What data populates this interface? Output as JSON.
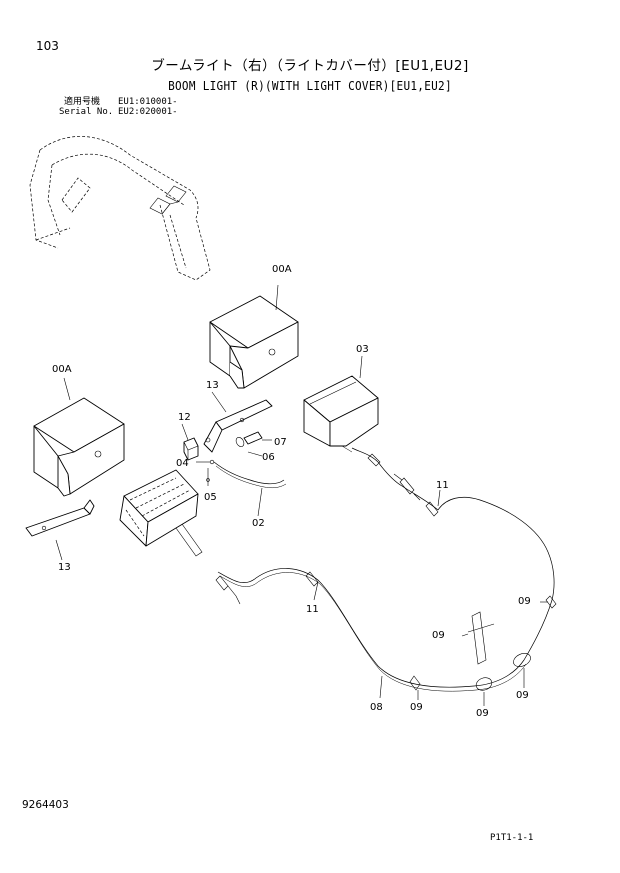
{
  "page_number": "103",
  "title_jp": "ブームライト（右）（ライトカバー付）[EU1,EU2]",
  "title_en": "BOOM LIGHT (R)(WITH LIGHT COVER)[EU1,EU2]",
  "serial": {
    "label_jp": "適用号機",
    "value_1": "EU1:010001-",
    "label_en": "Serial No.",
    "value_2": "EU2:020001-"
  },
  "callouts": {
    "c00a_top": "00A",
    "c00a_left": "00A",
    "c03": "03",
    "c13_top": "13",
    "c13_left": "13",
    "c12": "12",
    "c07": "07",
    "c06": "06",
    "c04": "04",
    "c05": "05",
    "c02": "02",
    "c11_right": "11",
    "c11_mid": "11",
    "c09_a": "09",
    "c09_b": "09",
    "c09_c": "09",
    "c09_d": "09",
    "c09_e": "09",
    "c08": "08"
  },
  "doc_number": "9264403",
  "page_code": "P1T1-1-1"
}
